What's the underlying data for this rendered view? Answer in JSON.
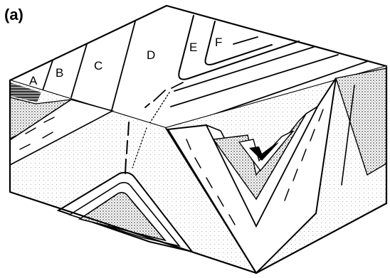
{
  "figure": {
    "panel_label": "(a)",
    "bed_labels": [
      "A",
      "B",
      "C",
      "D",
      "E",
      "F"
    ]
  }
}
